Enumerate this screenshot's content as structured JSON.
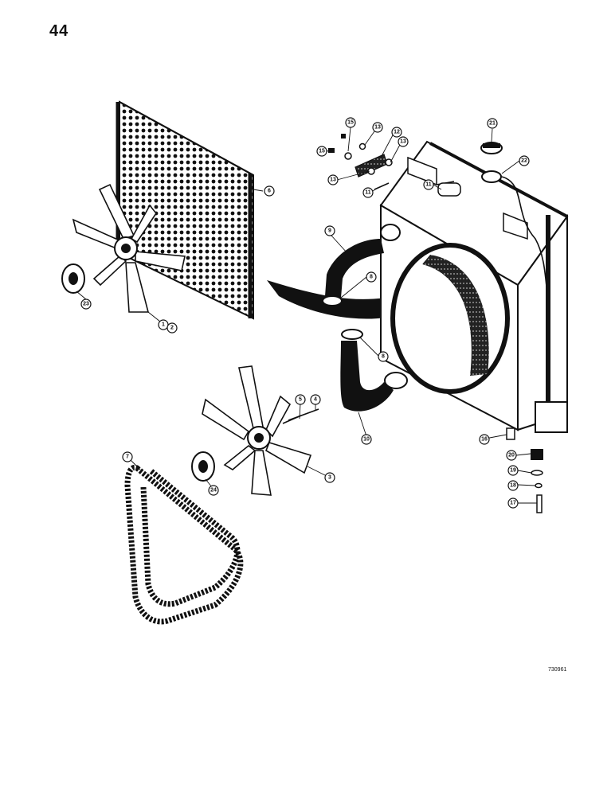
{
  "page": {
    "number": "44",
    "figure_code": "730961"
  },
  "callouts": {
    "c1": "1",
    "c2": "2",
    "c3": "3",
    "c4": "4",
    "c5": "5",
    "c6": "6",
    "c7": "7",
    "c8a": "8",
    "c8b": "8",
    "c9": "9",
    "c10": "10",
    "c11a": "11",
    "c11b": "11",
    "c12": "12",
    "c13a": "13",
    "c13b": "13",
    "c13c": "13",
    "c15a": "15",
    "c15b": "15",
    "c16": "16",
    "c17": "17",
    "c18": "18",
    "c19": "19",
    "c20": "20",
    "c21": "21",
    "c22": "22",
    "c23": "23",
    "c24": "24"
  },
  "colors": {
    "ink": "#111111",
    "paper": "#ffffff"
  }
}
